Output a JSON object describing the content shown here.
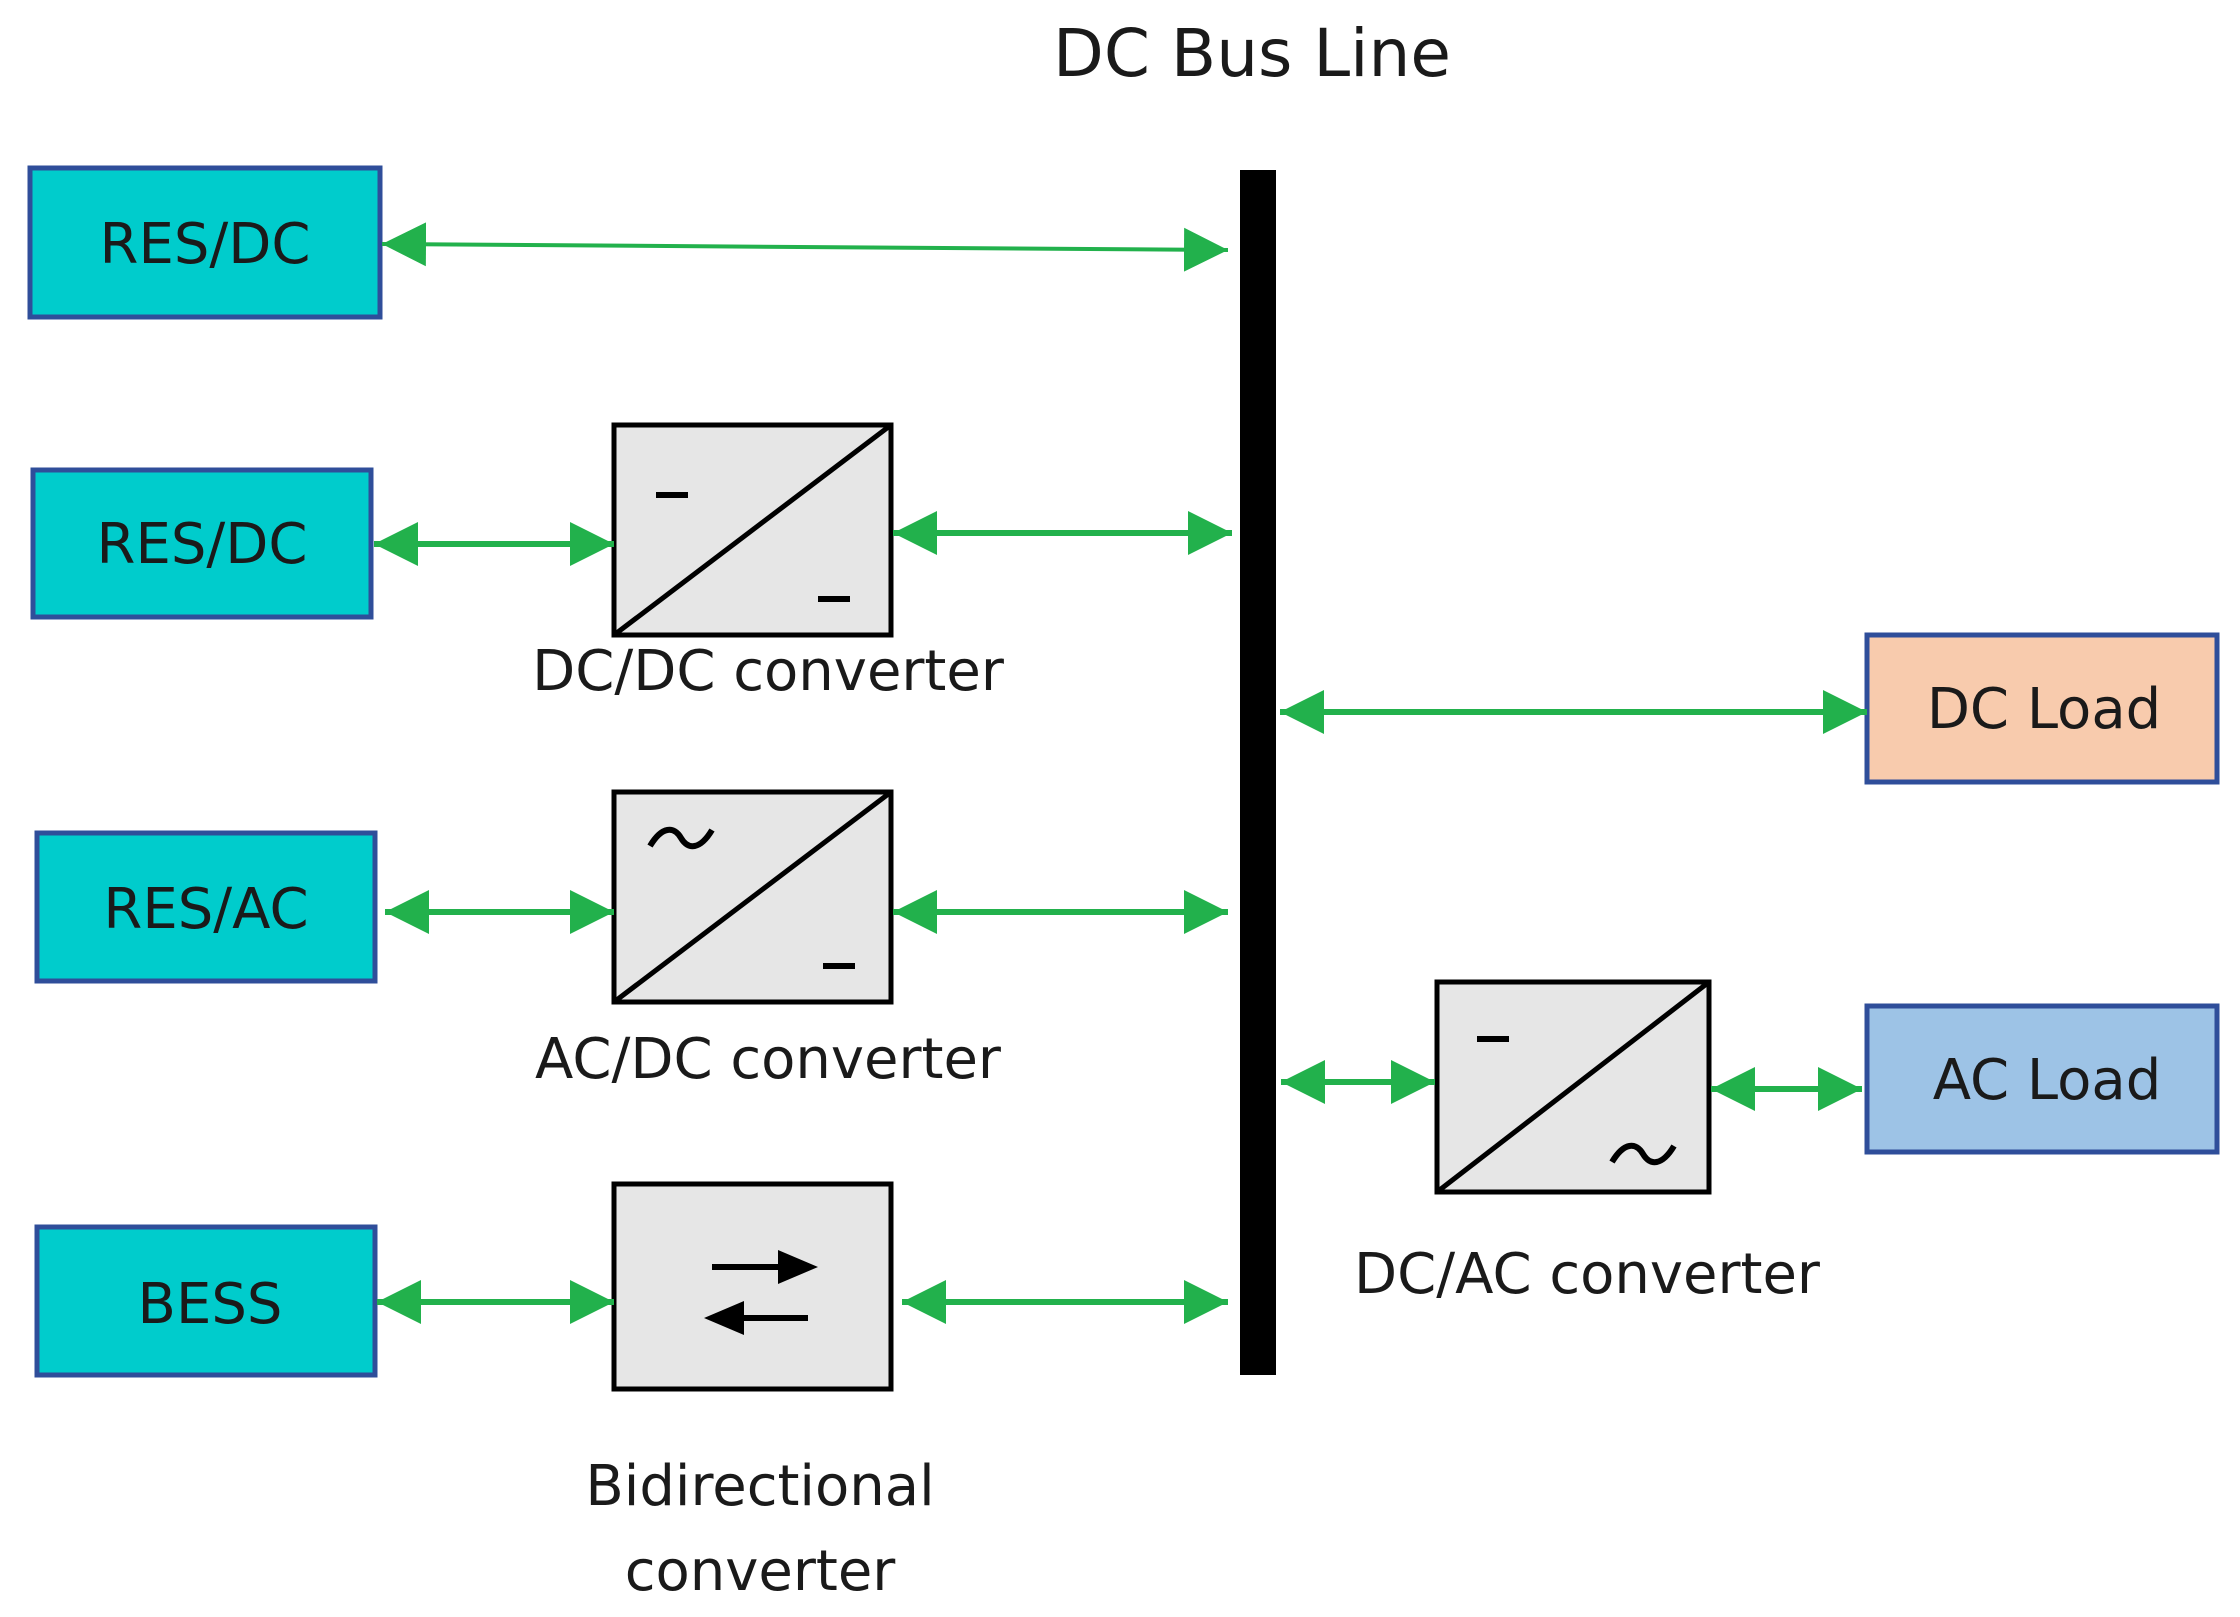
{
  "title": "DC Bus Line",
  "colors": {
    "source_fill": "#00CCCC",
    "source_stroke": "#2F4E9A",
    "dc_load_fill": "#F8CBAD",
    "ac_load_fill": "#9DC3E6",
    "converter_fill": "#E6E6E6",
    "arrow": "#22B14C",
    "bus": "#000000"
  },
  "sources": [
    {
      "label": "RES/DC"
    },
    {
      "label": "RES/DC"
    },
    {
      "label": "RES/AC"
    },
    {
      "label": "BESS"
    }
  ],
  "loads": [
    {
      "label": "DC Load"
    },
    {
      "label": "AC Load"
    }
  ],
  "converters": [
    {
      "label": "DC/DC converter",
      "top_symbol": "dc-symbol",
      "bottom_symbol": "dc-symbol"
    },
    {
      "label": "AC/DC converter",
      "top_symbol": "ac-symbol",
      "bottom_symbol": "dc-symbol"
    },
    {
      "label_line1": "Bidirectional",
      "label_line2": "converter",
      "symbol": "bidirectional-arrows-icon"
    },
    {
      "label": "DC/AC converter",
      "top_symbol": "dc-symbol",
      "bottom_symbol": "ac-symbol"
    }
  ]
}
